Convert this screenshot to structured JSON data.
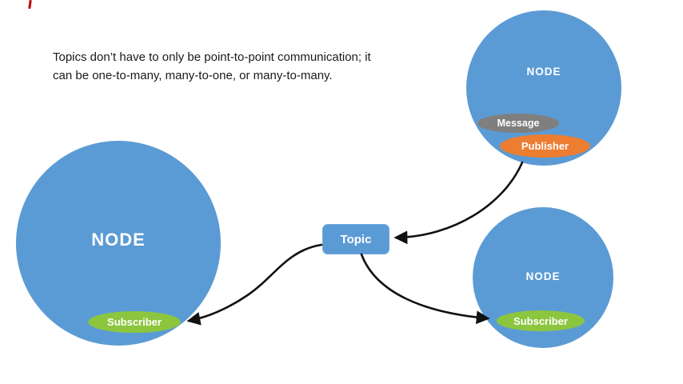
{
  "caption": {
    "text": "Topics don’t have to only be point-to-point communication; it can be one-to-many, many-to-one, or many-to-many."
  },
  "topic": {
    "label": "Topic"
  },
  "nodes": {
    "left": {
      "label": "NODE",
      "subscriber": "Subscriber"
    },
    "top_right": {
      "label": "NODE",
      "message": "Message",
      "publisher": "Publisher"
    },
    "bottom_right": {
      "label": "NODE",
      "subscriber": "Subscriber"
    }
  },
  "colors": {
    "node_blue": "#5b9bd5",
    "subscriber_green": "#8cc63f",
    "publisher_orange": "#ed7d31",
    "message_gray": "#7f7f7f",
    "arrow_black": "#111111",
    "marker_red": "#c00000"
  }
}
